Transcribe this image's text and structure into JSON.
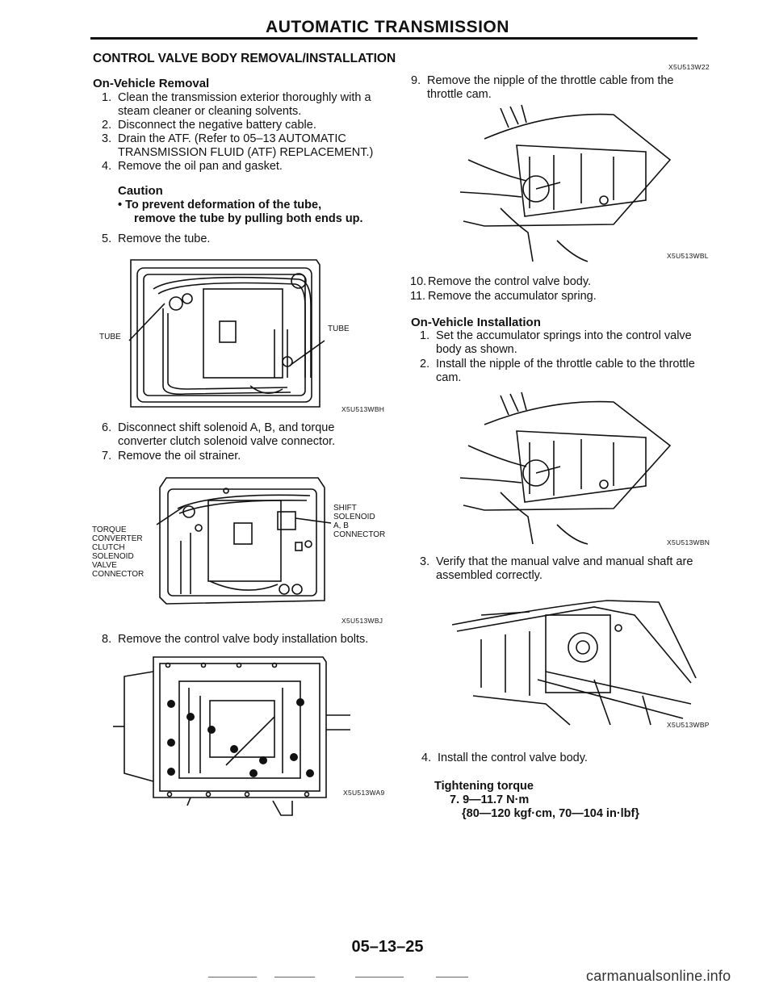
{
  "header": {
    "title": "AUTOMATIC TRANSMISSION"
  },
  "left": {
    "section_title": "CONTROL VALVE BODY REMOVAL/INSTALLATION",
    "removal_heading": "On-Vehicle Removal",
    "steps_a": [
      {
        "n": "1.",
        "lines": [
          "Clean the transmission exterior thoroughly with a",
          "steam cleaner or cleaning solvents."
        ]
      },
      {
        "n": "2.",
        "lines": [
          "Disconnect the negative battery cable."
        ]
      },
      {
        "n": "3.",
        "lines": [
          "Drain the ATF. (Refer to 05–13 AUTOMATIC",
          "TRANSMISSION FLUID (ATF) REPLACEMENT.)"
        ]
      },
      {
        "n": "4.",
        "lines": [
          "Remove the oil pan and gasket."
        ]
      }
    ],
    "caution_heading": "Caution",
    "caution_lines": [
      "•   To prevent deformation of the tube,",
      "remove the tube by pulling both ends up."
    ],
    "step5": {
      "n": "5.",
      "text": "Remove the tube."
    },
    "fig1": {
      "label_left": "TUBE",
      "label_right": "TUBE",
      "code": "X5U513WBH"
    },
    "step6": {
      "n": "6.",
      "lines": [
        "Disconnect shift solenoid A, B, and torque",
        "converter clutch solenoid valve connector."
      ]
    },
    "step7": {
      "n": "7.",
      "text": "Remove the oil strainer."
    },
    "fig2": {
      "label_left": [
        "TORQUE",
        "CONVERTER",
        "CLUTCH",
        "SOLENOID",
        "VALVE",
        "CONNECTOR"
      ],
      "label_right": [
        "SHIFT",
        "SOLENOID",
        "A, B",
        "CONNECTOR"
      ],
      "code": "X5U513WBJ"
    },
    "step8": {
      "n": "8.",
      "text": "Remove the control valve body installation bolts."
    },
    "fig3": {
      "code": "X5U513WA9"
    }
  },
  "right": {
    "top_code": "X5U513W22",
    "step9": {
      "n": "9.",
      "lines": [
        "Remove the nipple of the throttle cable from the",
        "throttle cam."
      ]
    },
    "fig4": {
      "code": "X5U513WBL"
    },
    "step10": {
      "n": "10.",
      "text": "Remove the control valve body."
    },
    "step11": {
      "n": "11.",
      "text": "Remove the accumulator spring."
    },
    "install_heading": "On-Vehicle Installation",
    "install1": {
      "n": "1.",
      "lines": [
        "Set the accumulator springs into the control valve",
        "body as shown."
      ]
    },
    "install2": {
      "n": "2.",
      "lines": [
        "Install the nipple of the throttle cable to the throttle",
        "cam."
      ]
    },
    "fig5": {
      "code": "X5U513WBN"
    },
    "install3": {
      "n": "3.",
      "lines": [
        "Verify that the manual valve and manual shaft are",
        "assembled correctly."
      ]
    },
    "fig6": {
      "code": "X5U513WBP"
    },
    "install4": {
      "n": "4.",
      "text": "Install the control valve body."
    },
    "torque_heading": "Tightening torque",
    "torque_lines": [
      "7. 9—11.7 N·m",
      "{80—120 kgf·cm, 70—104 in·lbf}"
    ]
  },
  "footer": {
    "page_number": "05–13–25",
    "watermark": "carmanualsonline.info"
  }
}
